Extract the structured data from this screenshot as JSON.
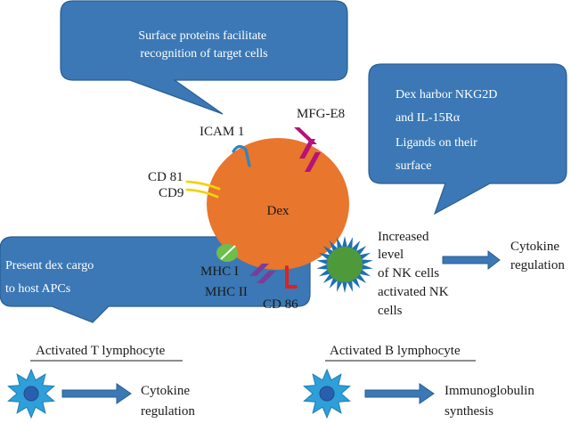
{
  "callouts": {
    "top": [
      "Surface proteins facilitate",
      "recognition of target cells"
    ],
    "right": [
      "Dex harbor NKG2D",
      "and IL-15Rα",
      "Ligands on their",
      "surface"
    ],
    "left": [
      "Present dex cargo",
      "to host APCs"
    ]
  },
  "dex_label": "Dex",
  "markers": {
    "icam": "ICAM 1",
    "mfge8": "MFG-E8",
    "cd81": "CD 81",
    "cd9": "CD9",
    "mhc1": "MHC I",
    "mhc2": "MHC II",
    "cd86": "CD 86"
  },
  "nk_text": [
    "Increased",
    "level",
    "of NK cells",
    "activated NK",
    "cells"
  ],
  "nk_outcome": [
    "Cytokine",
    "regulation"
  ],
  "t_cell": {
    "title": "Activated T lymphocyte",
    "outcome": [
      "Cytokine",
      "regulation"
    ]
  },
  "b_cell": {
    "title": "Activated B lymphocyte",
    "outcome": [
      "Immunoglobulin",
      "synthesis"
    ]
  },
  "colors": {
    "callout_fill": "#3b78b5",
    "callout_stroke": "#2a5f93",
    "dex": "#e8762c",
    "icam": "#2e86c1",
    "mfge8": "#b5127a",
    "cd_lines": "#f2d30a",
    "mhc1": "#6cbf4a",
    "mhc2": "#7b3d9a",
    "cd86": "#e02020",
    "nk_cell": "#4e9a3a",
    "nk_spikes": "#1f6fb2",
    "lymph_spikes": "#2e9fd8",
    "lymph_nucleus": "#2a5fb0",
    "arrow": "#3b78b5"
  },
  "icons": {
    "nk_cell": "spiky-cell-icon",
    "lymphocyte": "spiky-cell-icon",
    "arrow": "right-arrow-icon"
  }
}
